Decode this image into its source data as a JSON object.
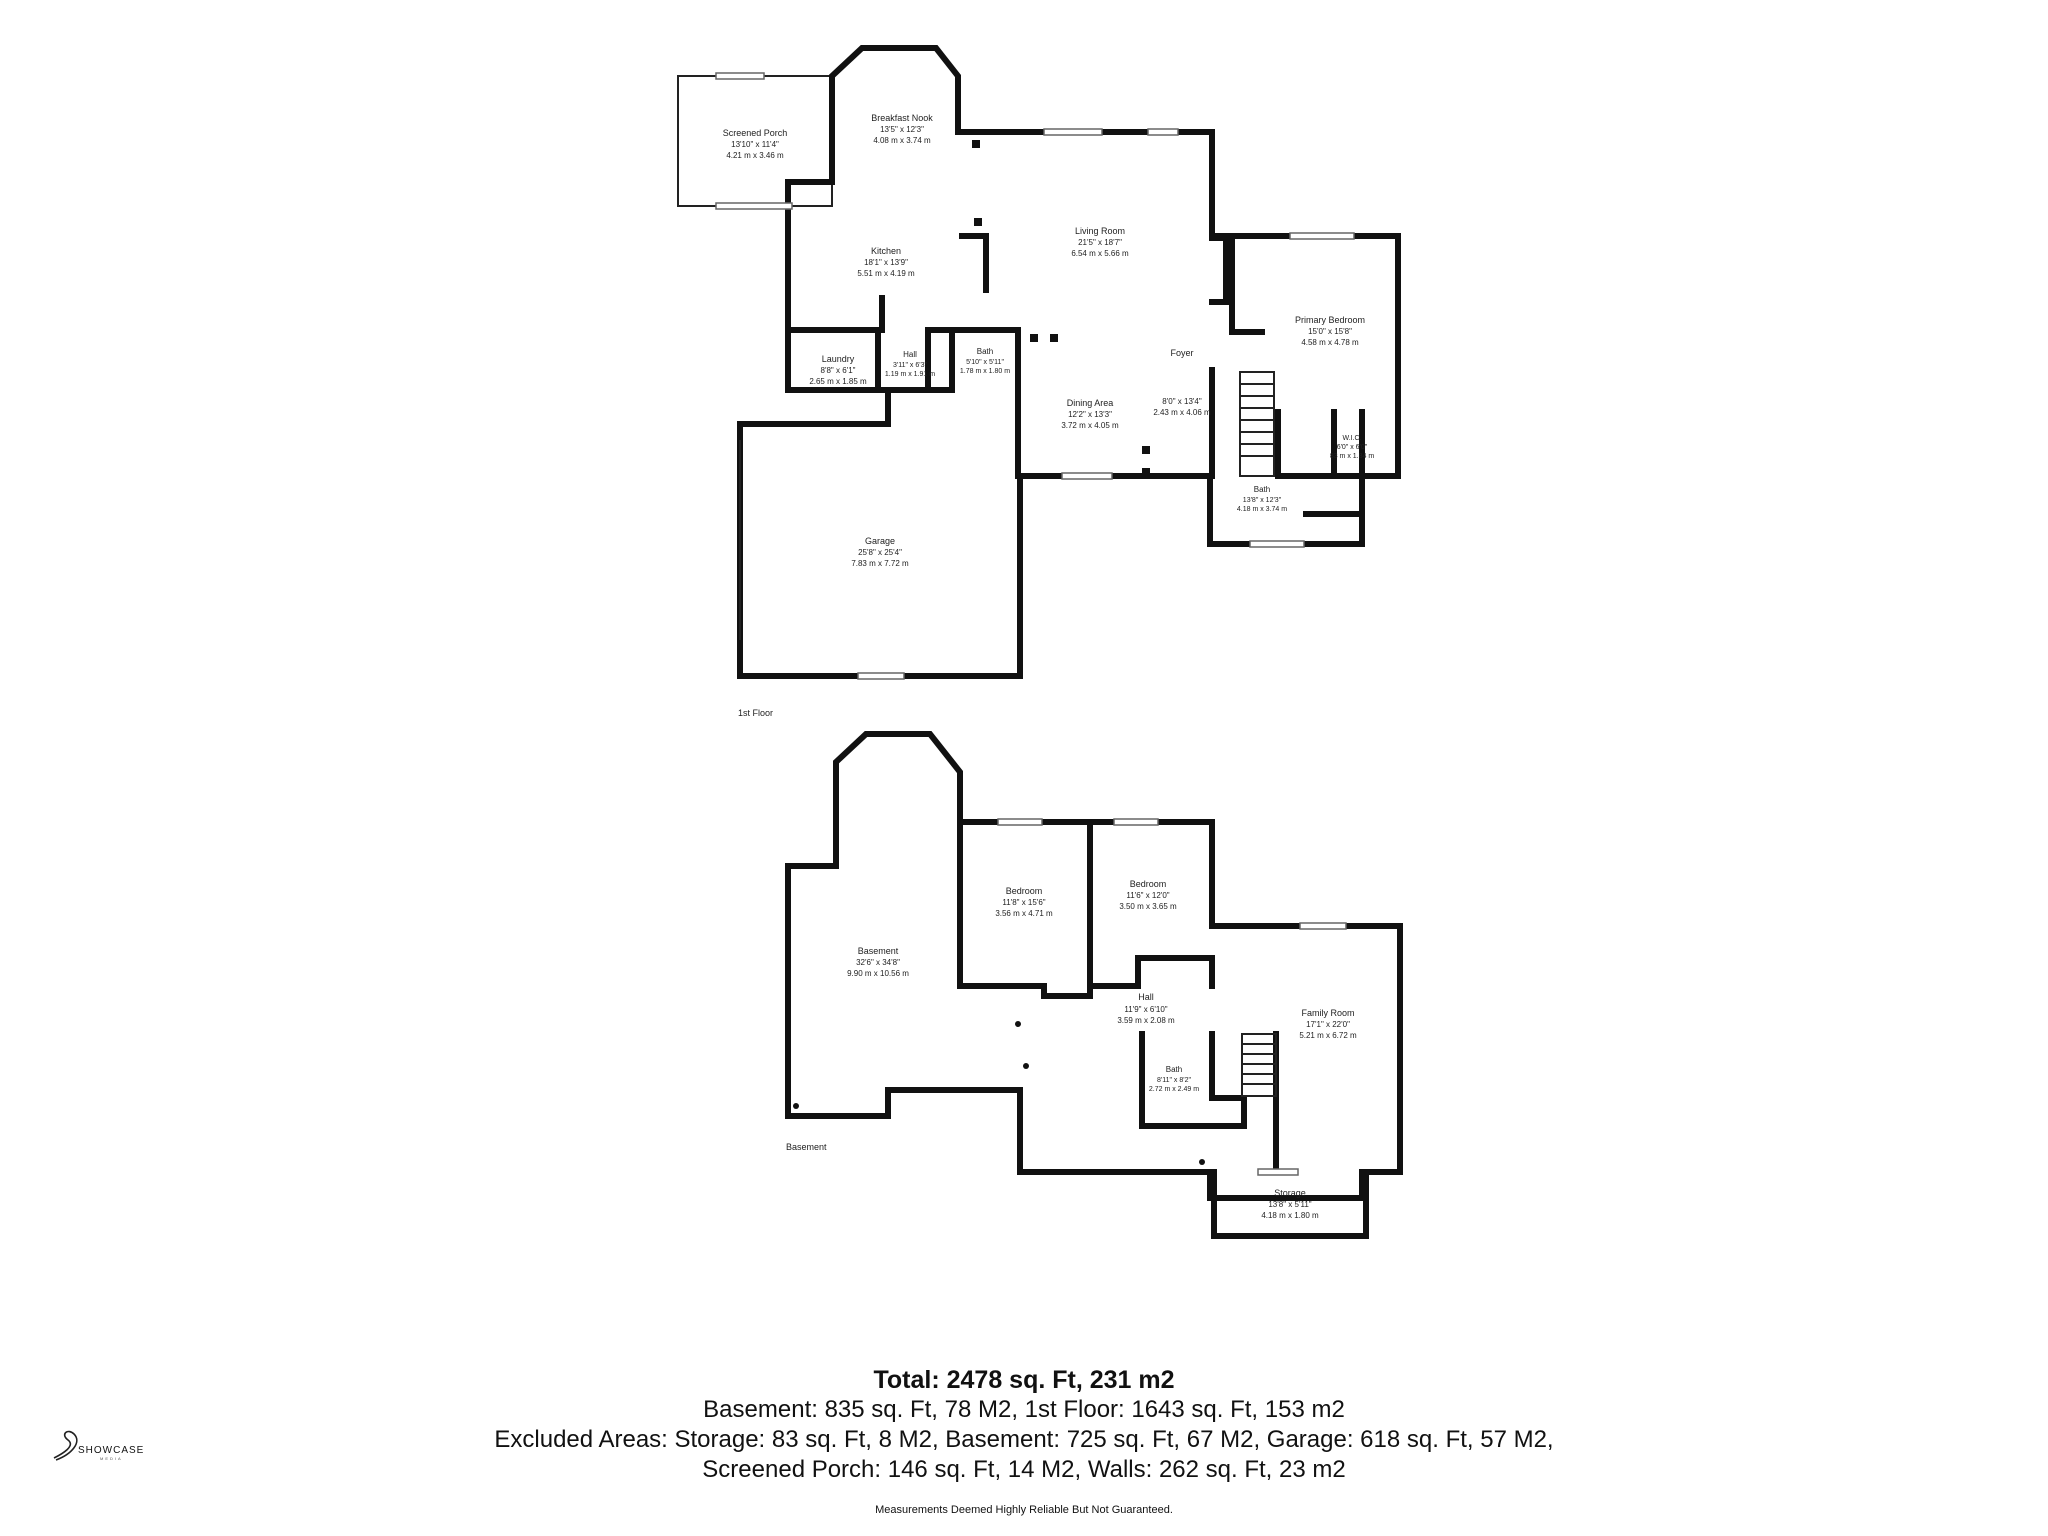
{
  "floors": [
    {
      "label": "1st Floor"
    },
    {
      "label": "Basement"
    }
  ],
  "rooms": {
    "screened_porch": {
      "name": "Screened Porch",
      "dim_ft": "13'10\" x 11'4\"",
      "dim_m": "4.21 m x 3.46 m"
    },
    "breakfast_nook": {
      "name": "Breakfast Nook",
      "dim_ft": "13'5\" x 12'3\"",
      "dim_m": "4.08 m x 3.74 m"
    },
    "kitchen": {
      "name": "Kitchen",
      "dim_ft": "18'1\" x 13'9\"",
      "dim_m": "5.51 m x 4.19 m"
    },
    "living_room": {
      "name": "Living Room",
      "dim_ft": "21'5\" x 18'7\"",
      "dim_m": "6.54 m x 5.66 m"
    },
    "primary_bedroom": {
      "name": "Primary Bedroom",
      "dim_ft": "15'0\" x 15'8\"",
      "dim_m": "4.58 m x 4.78 m"
    },
    "laundry": {
      "name": "Laundry",
      "dim_ft": "8'8\" x 6'1\"",
      "dim_m": "2.65 m x 1.85 m"
    },
    "hall_1": {
      "name": "Hall",
      "dim_ft": "3'11\" x 6'3\"",
      "dim_m": "1.19 m x 1.91 m"
    },
    "bath_1": {
      "name": "Bath",
      "dim_ft": "5'10\" x 5'11\"",
      "dim_m": "1.78 m x 1.80 m"
    },
    "dining_area": {
      "name": "Dining Area",
      "dim_ft": "12'2\" x 13'3\"",
      "dim_m": "3.72 m x 4.05 m"
    },
    "foyer": {
      "name": "Foyer",
      "dim_ft": "8'0\" x 13'4\"",
      "dim_m": "2.43 m x 4.06 m"
    },
    "wic": {
      "name": "W.I.C.",
      "dim_ft": "6'0\" x 6'0\"",
      "dim_m": "83 m x 1.84 m"
    },
    "bath_primary": {
      "name": "Bath",
      "dim_ft": "13'8\" x 12'3\"",
      "dim_m": "4.18 m x 3.74 m"
    },
    "garage": {
      "name": "Garage",
      "dim_ft": "25'8\" x 25'4\"",
      "dim_m": "7.83 m x 7.72 m"
    },
    "basement": {
      "name": "Basement",
      "dim_ft": "32'6\" x 34'8\"",
      "dim_m": "9.90 m x 10.56 m"
    },
    "bedroom_a": {
      "name": "Bedroom",
      "dim_ft": "11'8\" x 15'6\"",
      "dim_m": "3.56 m x 4.71 m"
    },
    "bedroom_b": {
      "name": "Bedroom",
      "dim_ft": "11'6\" x 12'0\"",
      "dim_m": "3.50 m x 3.65 m"
    },
    "hall_b": {
      "name": "Hall",
      "dim_ft": "11'9\" x 6'10\"",
      "dim_m": "3.59 m x 2.08 m"
    },
    "family_room": {
      "name": "Family Room",
      "dim_ft": "17'1\" x 22'0\"",
      "dim_m": "5.21 m x 6.72 m"
    },
    "bath_b": {
      "name": "Bath",
      "dim_ft": "8'11\" x 8'2\"",
      "dim_m": "2.72 m x 2.49 m"
    },
    "storage": {
      "name": "Storage",
      "dim_ft": "13'8\" x 5'11\"",
      "dim_m": "4.18 m x 1.80 m"
    }
  },
  "summary": {
    "total": "Total: 2478 sq. Ft, 231 m2",
    "line1": "Basement: 835 sq. Ft, 78 M2, 1st Floor: 1643 sq. Ft, 153 m2",
    "line2": "Excluded Areas: Storage: 83 sq. Ft, 8 M2, Basement: 725 sq. Ft, 67 M2, Garage: 618 sq. Ft, 57 M2,",
    "line3": "Screened Porch: 146 sq. Ft, 14 M2, Walls: 262 sq. Ft, 23 m2",
    "disclaimer": "Measurements Deemed Highly Reliable But Not Guaranteed."
  },
  "logo": {
    "main": "SHOWCASE",
    "sub": "MEDIA",
    "icon": "showcase-swoosh-icon"
  }
}
